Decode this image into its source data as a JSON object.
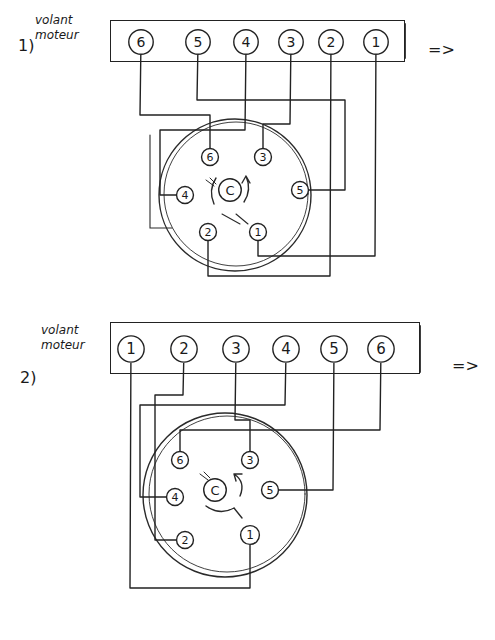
{
  "diagram": {
    "nodes": [
      {
        "text": [
          "volant moteur"
        ]
      },
      {
        "text": [
          "6"
        ],
        "in": 0
      },
      {
        "text": [
          "5"
        ],
        "in": 0
      },
      {
        "text": [
          "4"
        ],
        "in": 0
      },
      {
        "text": [
          "3"
        ],
        "in": 0
      },
      {
        "text": [
          "2"
        ],
        "in": 0
      },
      {
        "text": [
          "1"
        ],
        "in": 0
      },
      {
        "text": [
          "6"
        ]
      },
      {
        "text": [
          "3"
        ]
      },
      {
        "text": [
          "4"
        ]
      },
      {
        "text": [
          "C"
        ]
      },
      {
        "text": [
          "5"
        ]
      },
      {
        "text": [
          "2"
        ]
      },
      {
        "text": [
          "1"
        ]
      },
      {
        "text": [
          "volant moteur"
        ]
      },
      {
        "text": [
          "1"
        ],
        "in": 14
      },
      {
        "text": [
          "2"
        ],
        "in": 14
      },
      {
        "text": [
          "3"
        ],
        "in": 14
      },
      {
        "text": [
          "4"
        ],
        "in": 14
      },
      {
        "text": [
          "5"
        ],
        "in": 14
      },
      {
        "text": [
          "6"
        ],
        "in": 14
      },
      {
        "text": [
          "6"
        ]
      },
      {
        "text": [
          "3"
        ]
      },
      {
        "text": [
          "4"
        ]
      },
      {
        "text": [
          "C"
        ]
      },
      {
        "text": [
          "5"
        ]
      },
      {
        "text": [
          "2"
        ]
      },
      {
        "text": [
          "1"
        ]
      }
    ],
    "edges": [
      {
        "from": 1,
        "to": 7,
        "arrow": "none"
      },
      {
        "from": 2,
        "to": 11,
        "arrow": "none"
      },
      {
        "from": 3,
        "to": 9,
        "arrow": "none"
      },
      {
        "from": 4,
        "to": 8,
        "arrow": "none"
      },
      {
        "from": 5,
        "to": 12,
        "arrow": "none"
      },
      {
        "from": 6,
        "to": 13,
        "arrow": "none"
      },
      {
        "from": 15,
        "to": 27,
        "arrow": "none"
      },
      {
        "from": 16,
        "to": 26,
        "arrow": "none"
      },
      {
        "from": 17,
        "to": 22,
        "arrow": "none"
      },
      {
        "from": 18,
        "to": 23,
        "arrow": "none"
      },
      {
        "from": 19,
        "to": 25,
        "arrow": "none"
      },
      {
        "from": 20,
        "to": 21,
        "arrow": "none"
      }
    ],
    "labels": [
      "1)",
      "=>",
      "2)",
      "=>"
    ]
  }
}
